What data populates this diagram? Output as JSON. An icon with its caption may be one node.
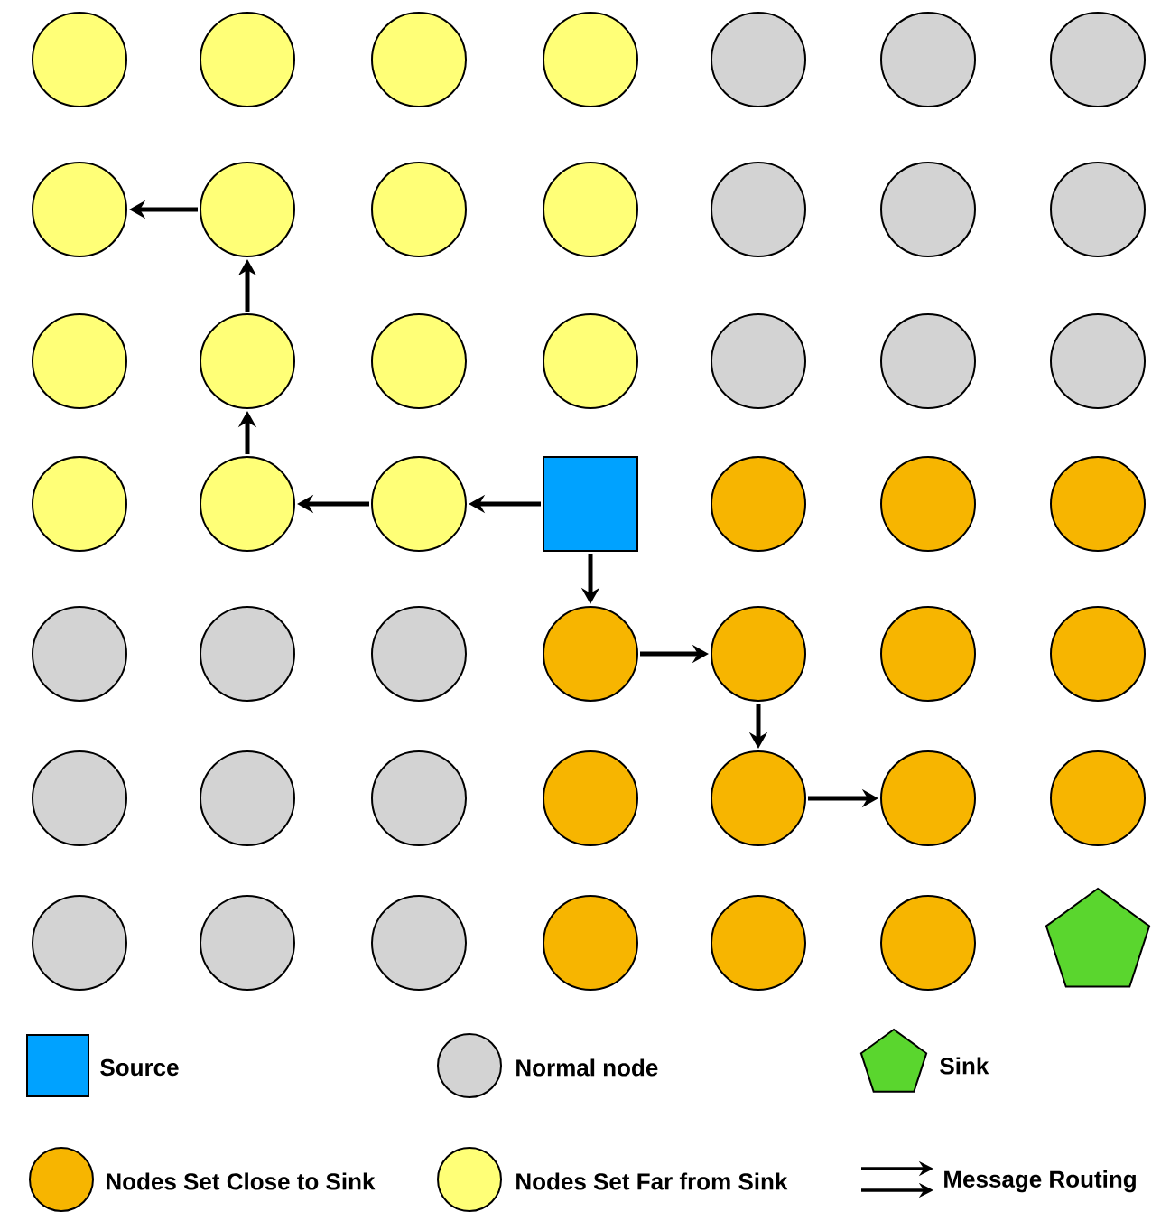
{
  "diagram": {
    "nodes": [
      {
        "text": [],
        "shape": "circle"
      },
      {
        "text": [],
        "shape": "circle"
      },
      {
        "text": [],
        "shape": "circle"
      },
      {
        "text": [],
        "shape": "circle"
      },
      {
        "text": [],
        "shape": "circle"
      },
      {
        "text": [],
        "shape": "circle"
      },
      {
        "text": [],
        "shape": "circle"
      },
      {
        "text": [],
        "shape": "circle"
      },
      {
        "text": [],
        "shape": "circle"
      },
      {
        "text": [],
        "shape": "circle"
      },
      {
        "text": [],
        "shape": "circle"
      },
      {
        "text": [],
        "shape": "circle"
      },
      {
        "text": [],
        "shape": "circle"
      },
      {
        "text": [],
        "shape": "circle"
      },
      {
        "text": [],
        "shape": "circle"
      },
      {
        "text": [],
        "shape": "circle"
      },
      {
        "text": [],
        "shape": "circle"
      },
      {
        "text": [],
        "shape": "circle"
      },
      {
        "text": [],
        "shape": "circle"
      },
      {
        "text": [],
        "shape": "circle"
      },
      {
        "text": [],
        "shape": "circle"
      },
      {
        "text": [],
        "shape": "circle"
      },
      {
        "text": [],
        "shape": "circle"
      },
      {
        "text": [],
        "shape": "circle"
      },
      {
        "text": [],
        "shape": "box"
      },
      {
        "text": [],
        "shape": "circle"
      },
      {
        "text": [],
        "shape": "circle"
      },
      {
        "text": [],
        "shape": "circle"
      },
      {
        "text": [],
        "shape": "circle"
      },
      {
        "text": [],
        "shape": "circle"
      },
      {
        "text": [],
        "shape": "circle"
      },
      {
        "text": [],
        "shape": "circle"
      },
      {
        "text": [],
        "shape": "circle"
      },
      {
        "text": [],
        "shape": "circle"
      },
      {
        "text": [],
        "shape": "circle"
      },
      {
        "text": [],
        "shape": "circle"
      },
      {
        "text": [],
        "shape": "circle"
      },
      {
        "text": [],
        "shape": "circle"
      },
      {
        "text": [],
        "shape": "circle"
      },
      {
        "text": [],
        "shape": "circle"
      },
      {
        "text": [],
        "shape": "circle"
      },
      {
        "text": [],
        "shape": "circle"
      },
      {
        "text": [],
        "shape": "circle"
      },
      {
        "text": [],
        "shape": "circle"
      },
      {
        "text": [],
        "shape": "circle"
      },
      {
        "text": [],
        "shape": "circle"
      },
      {
        "text": [],
        "shape": "circle"
      },
      {
        "text": [],
        "shape": "circle"
      },
      {
        "text": [],
        "shape": "pentagon"
      }
    ],
    "edges": [
      {
        "from": 24,
        "to": 23,
        "arrow": "to"
      },
      {
        "from": 23,
        "to": 22,
        "arrow": "to"
      },
      {
        "from": 22,
        "to": 15,
        "arrow": "to"
      },
      {
        "from": 15,
        "to": 8,
        "arrow": "to"
      },
      {
        "from": 8,
        "to": 7,
        "arrow": "to"
      },
      {
        "from": 24,
        "to": 31,
        "arrow": "to"
      },
      {
        "from": 31,
        "to": 32,
        "arrow": "to"
      },
      {
        "from": 32,
        "to": 39,
        "arrow": "to"
      },
      {
        "from": 39,
        "to": 40,
        "arrow": "to"
      }
    ],
    "legend": [
      {
        "text": "Source",
        "color": "#00a2ff"
      },
      {
        "text": "Normal node",
        "color": "#d3d3d3"
      },
      {
        "text": "Sink",
        "color": "#5ad62e"
      },
      {
        "text": "Nodes Set Close to Sink",
        "color": "#f7b500"
      },
      {
        "text": "Nodes Set Far from Sink",
        "color": "#ffff77"
      },
      {
        "text": "Message Routing"
      }
    ]
  }
}
